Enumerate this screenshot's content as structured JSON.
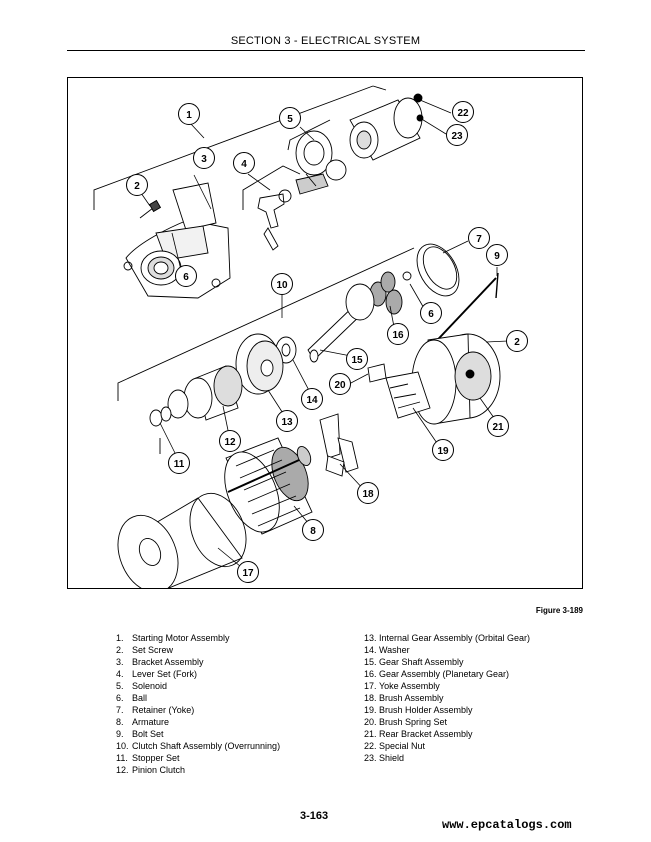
{
  "header": {
    "section_title": "SECTION 3 - ELECTRICAL SYSTEM"
  },
  "figure": {
    "caption": "Figure 3-189",
    "callouts": [
      "1",
      "2",
      "3",
      "4",
      "5",
      "22",
      "23",
      "6",
      "7",
      "9",
      "10",
      "6",
      "16",
      "2",
      "15",
      "14",
      "13",
      "20",
      "12",
      "11",
      "19",
      "21",
      "18",
      "8",
      "17"
    ]
  },
  "legend": {
    "left": [
      {
        "num": "1.",
        "text": "Starting Motor Assembly"
      },
      {
        "num": "2.",
        "text": "Set Screw"
      },
      {
        "num": "3.",
        "text": "Bracket Assembly"
      },
      {
        "num": "4.",
        "text": "Lever Set (Fork)"
      },
      {
        "num": "5.",
        "text": "Solenoid"
      },
      {
        "num": "6.",
        "text": "Ball"
      },
      {
        "num": "7.",
        "text": "Retainer (Yoke)"
      },
      {
        "num": "8.",
        "text": "Armature"
      },
      {
        "num": "9.",
        "text": "Bolt Set"
      },
      {
        "num": "10.",
        "text": "Clutch Shaft Assembly (Overrunning)"
      },
      {
        "num": "11.",
        "text": "Stopper Set"
      },
      {
        "num": "12.",
        "text": "Pinion Clutch"
      }
    ],
    "right": [
      {
        "num": "13.",
        "text": "Internal Gear Assembly (Orbital Gear)"
      },
      {
        "num": "14.",
        "text": "Washer"
      },
      {
        "num": "15.",
        "text": "Gear Shaft Assembly"
      },
      {
        "num": "16.",
        "text": "Gear Assembly (Planetary Gear)"
      },
      {
        "num": "17.",
        "text": "Yoke Assembly"
      },
      {
        "num": "18.",
        "text": "Brush Assembly"
      },
      {
        "num": "19.",
        "text": "Brush Holder Assembly"
      },
      {
        "num": "20.",
        "text": "Brush Spring Set"
      },
      {
        "num": "21.",
        "text": "Rear Bracket Assembly"
      },
      {
        "num": "22.",
        "text": "Special Nut"
      },
      {
        "num": "23.",
        "text": "Shield"
      }
    ]
  },
  "footer": {
    "page_number": "3-163",
    "watermark": "www.epcatalogs.com"
  }
}
